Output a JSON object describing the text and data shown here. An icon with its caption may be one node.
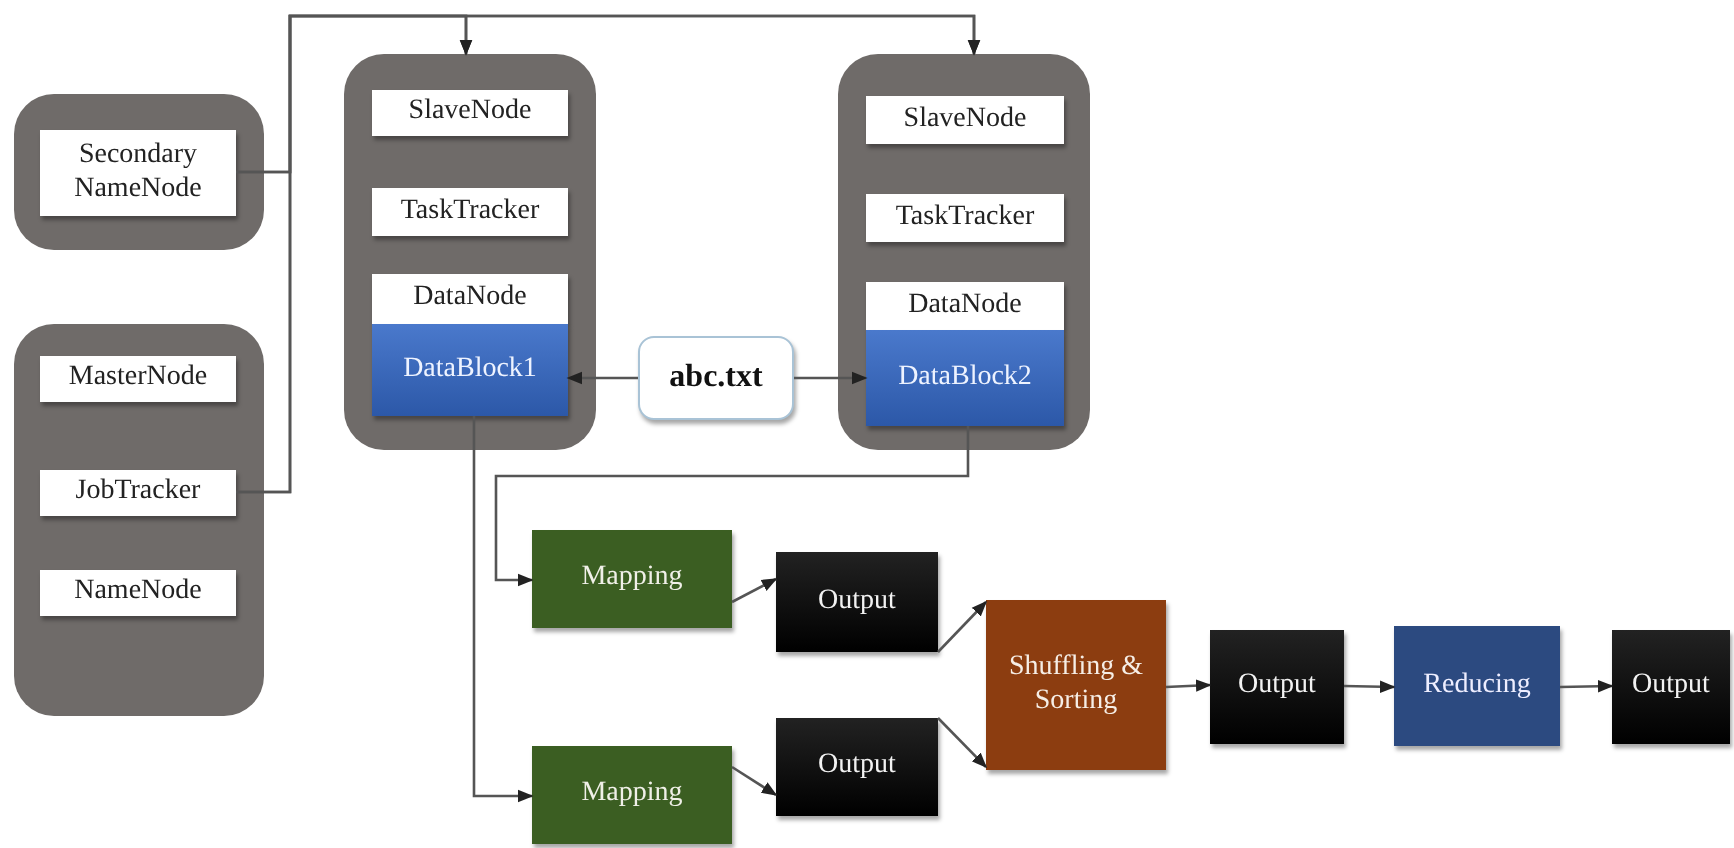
{
  "diagram": {
    "nodes": [
      {
        "text": [],
        "shape": "box"
      },
      {
        "text": [
          "Secondary NameNode"
        ],
        "in": 0
      },
      {
        "text": [],
        "shape": "box"
      },
      {
        "text": [
          "MasterNode"
        ],
        "in": 2
      },
      {
        "text": [
          "JobTracker"
        ],
        "in": 2
      },
      {
        "text": [
          "NameNode"
        ],
        "in": 2
      },
      {
        "text": [],
        "shape": "box"
      },
      {
        "text": [
          "SlaveNode"
        ],
        "in": 6
      },
      {
        "text": [
          "TaskTracker"
        ],
        "in": 6
      },
      {
        "text": [
          "DataNode"
        ],
        "in": 6
      },
      {
        "text": [
          "DataBlock1"
        ],
        "in": 6
      },
      {
        "text": [
          "abc.txt"
        ]
      },
      {
        "text": [],
        "shape": "box"
      },
      {
        "text": [
          "SlaveNode"
        ],
        "in": 12
      },
      {
        "text": [
          "TaskTracker"
        ],
        "in": 12
      },
      {
        "text": [
          "DataNode"
        ],
        "in": 12
      },
      {
        "text": [
          "DataBlock2"
        ],
        "in": 12
      },
      {
        "text": [
          "Mapping"
        ]
      },
      {
        "text": [
          "Output"
        ]
      },
      {
        "text": [
          "Mapping"
        ]
      },
      {
        "text": [
          "Output"
        ]
      },
      {
        "text": [
          "Shuffling & Sorting"
        ]
      },
      {
        "text": [
          "Output"
        ]
      },
      {
        "text": [
          "Reducing"
        ]
      },
      {
        "text": [
          "Output"
        ]
      }
    ],
    "edges": [
      {
        "from": 1,
        "to": 6,
        "arrow": "to"
      },
      {
        "from": 1,
        "to": 12,
        "arrow": "to"
      },
      {
        "from": 4,
        "to": 6,
        "arrow": "to"
      },
      {
        "from": 4,
        "to": 12,
        "arrow": "to"
      },
      {
        "from": 11,
        "to": 10,
        "arrow": "to"
      },
      {
        "from": 11,
        "to": 16,
        "arrow": "to"
      },
      {
        "from": 10,
        "to": 19,
        "arrow": "to"
      },
      {
        "from": 16,
        "to": 17,
        "arrow": "to"
      },
      {
        "from": 17,
        "to": 18,
        "arrow": "to"
      },
      {
        "from": 19,
        "to": 20,
        "arrow": "to"
      },
      {
        "from": 18,
        "to": 21,
        "arrow": "to"
      },
      {
        "from": 20,
        "to": 21,
        "arrow": "to"
      },
      {
        "from": 21,
        "to": 22,
        "arrow": "to"
      },
      {
        "from": 22,
        "to": 23,
        "arrow": "to"
      },
      {
        "from": 23,
        "to": 24,
        "arrow": "to"
      }
    ]
  }
}
